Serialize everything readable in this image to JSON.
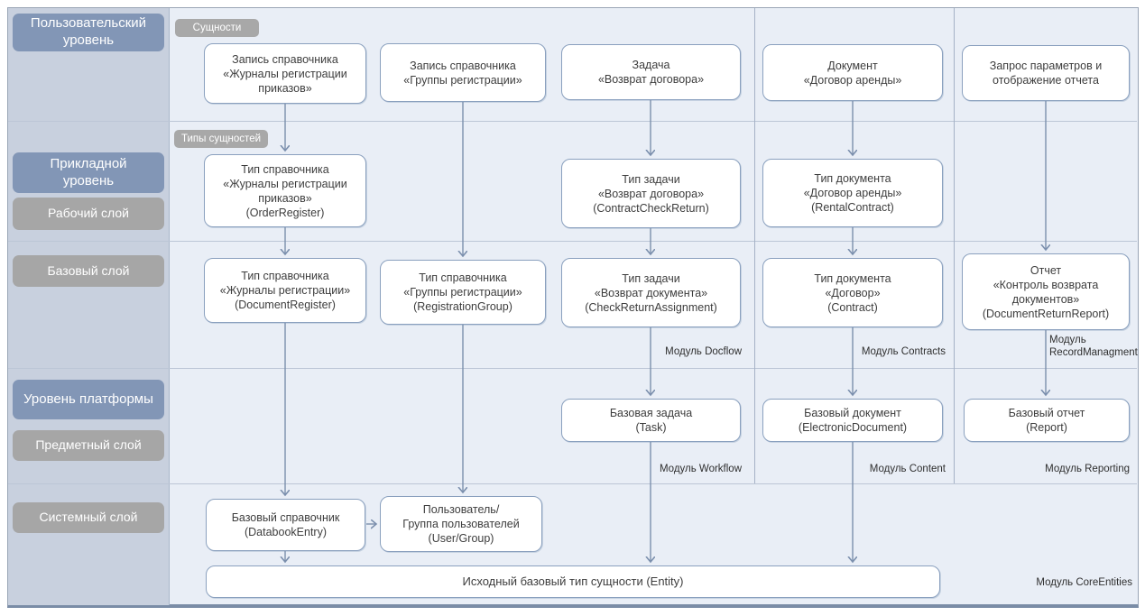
{
  "layers": {
    "user_level": "Пользовательский уровень",
    "application_level": "Прикладной уровень",
    "working_layer": "Рабочий слой",
    "base_layer": "Базовый слой",
    "platform_level": "Уровень платформы",
    "subject_layer": "Предметный слой",
    "system_layer": "Системный слой"
  },
  "tags": {
    "entities": "Сущности",
    "entity_types": "Типы сущностей"
  },
  "nodes": {
    "entry_order_registers": {
      "lines": [
        "Запись справочника",
        "«Журналы регистрации",
        "приказов»"
      ]
    },
    "entry_registration_groups": {
      "lines": [
        "Запись справочника",
        "«Группы регистрации»"
      ]
    },
    "task_contract_return": {
      "lines": [
        "Задача",
        "«Возврат договора»"
      ]
    },
    "document_rental_contract": {
      "lines": [
        "Документ",
        "«Договор аренды»"
      ]
    },
    "report_request": {
      "lines": [
        "Запрос параметров и",
        "отображение отчета"
      ]
    },
    "type_order_register": {
      "lines": [
        "Тип справочника",
        "«Журналы регистрации",
        "приказов»",
        "(OrderRegister)"
      ]
    },
    "type_contract_check_return": {
      "lines": [
        "Тип задачи",
        "«Возврат договора»",
        "(ContractCheckReturn)"
      ]
    },
    "type_rental_contract": {
      "lines": [
        "Тип документа",
        "«Договор аренды»",
        "(RentalContract)"
      ]
    },
    "type_document_register": {
      "lines": [
        "Тип справочника",
        "«Журналы регистрации»",
        "(DocumentRegister)"
      ]
    },
    "type_registration_group": {
      "lines": [
        "Тип справочника",
        "«Группы регистрации»",
        "(RegistrationGroup)"
      ]
    },
    "type_check_return_assignment": {
      "lines": [
        "Тип задачи",
        "«Возврат документа»",
        "(CheckReturnAssignment)"
      ]
    },
    "type_contract": {
      "lines": [
        "Тип документа",
        "«Договор»",
        "(Contract)"
      ]
    },
    "report_document_return": {
      "lines": [
        "Отчет",
        "«Контроль возврата",
        "документов»",
        "(DocumentReturnReport)"
      ]
    },
    "base_task": {
      "lines": [
        "Базовая задача",
        "(Task)"
      ]
    },
    "base_document": {
      "lines": [
        "Базовый документ",
        "(ElectronicDocument)"
      ]
    },
    "base_report": {
      "lines": [
        "Базовый отчет",
        "(Report)"
      ]
    },
    "base_databook": {
      "lines": [
        "Базовый справочник",
        "(DatabookEntry)"
      ]
    },
    "user_group": {
      "lines": [
        "Пользователь/",
        "Группа пользователей",
        "(User/Group)"
      ]
    },
    "entity_base_type": {
      "lines": [
        "Исходный базовый тип сущности (Entity)"
      ]
    }
  },
  "modules": {
    "docflow": "Модуль Docflow",
    "contracts": "Модуль Contracts",
    "record_managment": "Модуль RecordManagment",
    "workflow": "Модуль Workflow",
    "content": "Модуль Content",
    "reporting": "Модуль Reporting",
    "core_entities": "Модуль CoreEntities"
  },
  "colors": {
    "level_label": "#8296b6",
    "sublayer_label": "#a6a6a6",
    "box_border": "#8aa0be",
    "arrow": "#7b8fad",
    "sidebar_bg": "#c8d0de",
    "main_bg": "#e9eef6"
  }
}
